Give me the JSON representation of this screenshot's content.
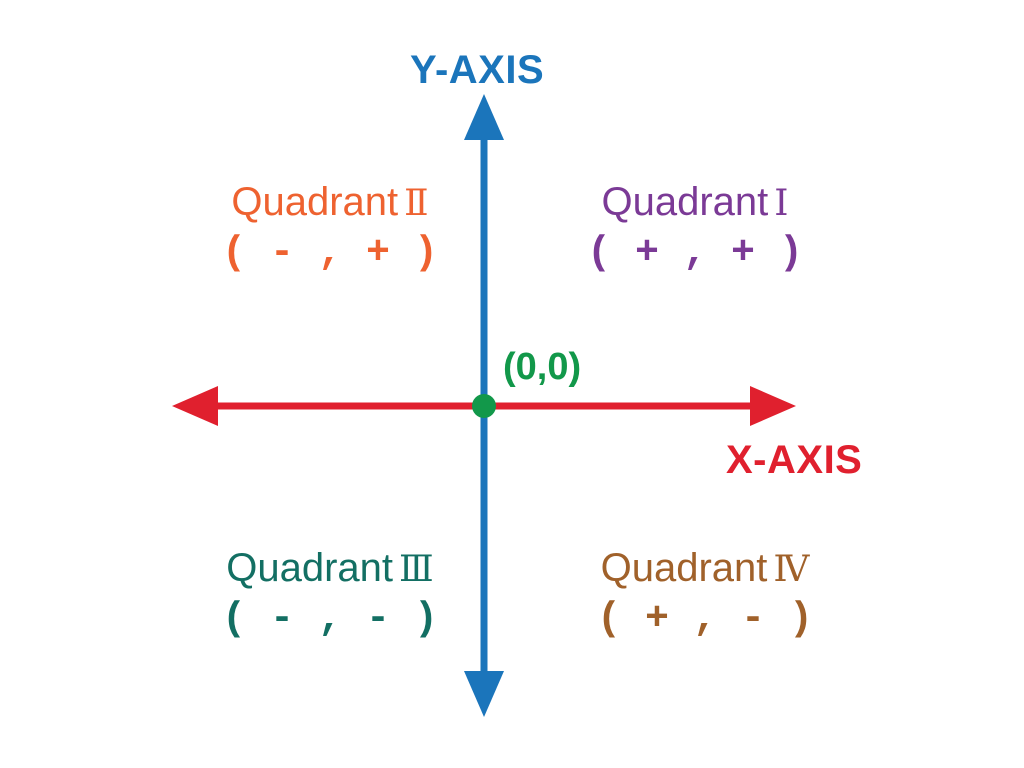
{
  "axes": {
    "y_label": "Y-AXIS",
    "x_label": "X-AXIS",
    "origin_label": "(0,0)"
  },
  "quadrants": [
    {
      "name": "Quadrant",
      "numeral": "Ⅰ",
      "sign": "(+,+)",
      "color": "#7B3A96"
    },
    {
      "name": "Quadrant",
      "numeral": "Ⅱ",
      "sign": "(-,+)",
      "color": "#EE6230"
    },
    {
      "name": "Quadrant",
      "numeral": "Ⅲ",
      "sign": "(-,-)",
      "color": "#136F63"
    },
    {
      "name": "Quadrant",
      "numeral": "Ⅳ",
      "sign": "(+,-)",
      "color": "#A0612A"
    }
  ],
  "colors": {
    "y_axis": "#1B75BB",
    "x_axis": "#E0202E",
    "origin": "#12984A"
  }
}
